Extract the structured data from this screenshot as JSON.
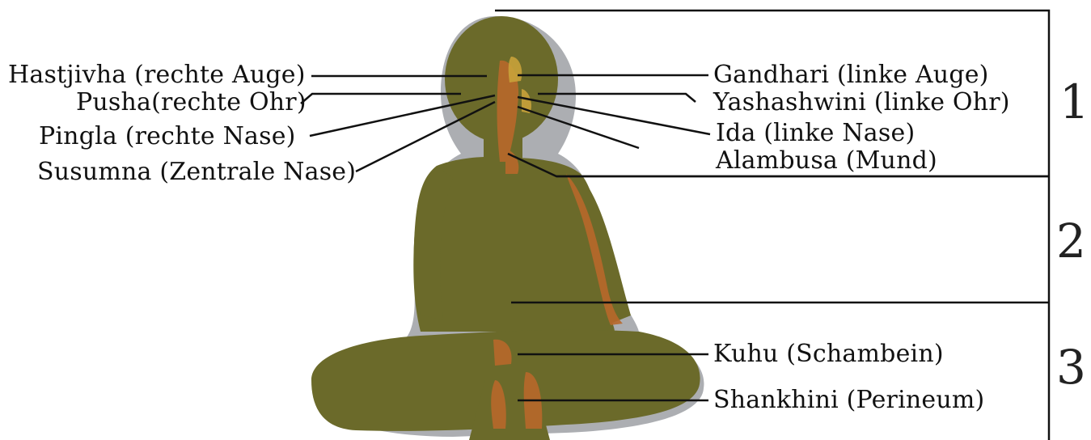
{
  "colors": {
    "figure_body": "#6b6a2a",
    "figure_shadow": "#9ea0a4",
    "figure_accent": "#b8682a",
    "figure_highlight": "#c9a23a",
    "line_color": "#111111",
    "background": "#ffffff"
  },
  "left_labels": [
    {
      "id": "hastjivha",
      "text": "Hastjivha (rechte Auge)"
    },
    {
      "id": "pusha",
      "text": "Pusha(rechte Ohr)"
    },
    {
      "id": "pingla",
      "text": "Pingla (rechte Nase)"
    },
    {
      "id": "susumna",
      "text": "Susumna (Zentrale Nase)"
    }
  ],
  "right_labels": [
    {
      "id": "gandhari",
      "text": "Gandhari (linke Auge)"
    },
    {
      "id": "yashashwini",
      "text": "Yashashwini (linke Ohr)"
    },
    {
      "id": "ida",
      "text": "Ida (linke Nase)"
    },
    {
      "id": "alambusa",
      "text": "Alambusa (Mund)"
    },
    {
      "id": "kuhu",
      "text": "Kuhu (Schambein)"
    },
    {
      "id": "shankhini",
      "text": "Shankhini (Perineum)"
    }
  ],
  "sections": [
    {
      "id": "section-1",
      "number": "1"
    },
    {
      "id": "section-2",
      "number": "2"
    },
    {
      "id": "section-3",
      "number": "3"
    }
  ]
}
